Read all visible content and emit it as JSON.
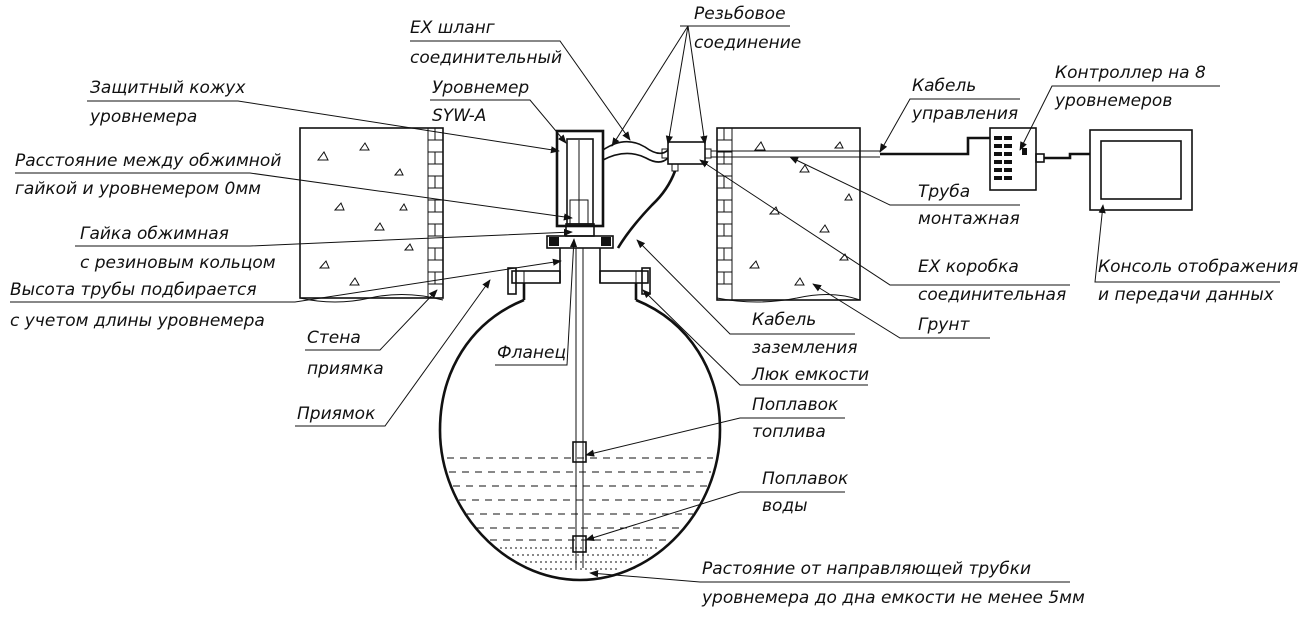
{
  "labels": {
    "ex_hose_1": "EX шланг",
    "ex_hose_2": "соединительный",
    "threaded_1": "Резьбовое",
    "threaded_2": "соединение",
    "cable_ctrl_1": "Кабель",
    "cable_ctrl_2": "управления",
    "controller_1": "Контроллер на 8",
    "controller_2": "уровнемеров",
    "casing_1": "Защитный кожух",
    "casing_2": "уровнемера",
    "gauge_1": "Уровнемер",
    "gauge_2": "SYW-A",
    "distance_1": "Расстояние между обжимной",
    "distance_2": "гайкой и уровнемером 0мм",
    "nut_1": "Гайка обжимная",
    "nut_2": "с резиновым кольцом",
    "pipe_height_1": "Высота трубы подбирается",
    "pipe_height_2": "с учетом длины уровнемера",
    "wall_1": "Стена",
    "wall_2": "приямка",
    "flange": "Фланец",
    "pit": "Приямок",
    "mount_pipe_1": "Труба",
    "mount_pipe_2": "монтажная",
    "ex_box_1": "EX коробка",
    "ex_box_2": "соединительная",
    "console_1": "Консоль отображения",
    "console_2": "и передачи данных",
    "ground_cable_1": "Кабель",
    "ground_cable_2": "заземления",
    "soil": "Грунт",
    "hatch": "Люк емкости",
    "fuel_float_1": "Поплавок",
    "fuel_float_2": "топлива",
    "water_float_1": "Поплавок",
    "water_float_2": "воды",
    "bottom_gap_1": "Растояние от направляющей трубки",
    "bottom_gap_2": "уровнемера до дна емкости не менее 5мм"
  }
}
